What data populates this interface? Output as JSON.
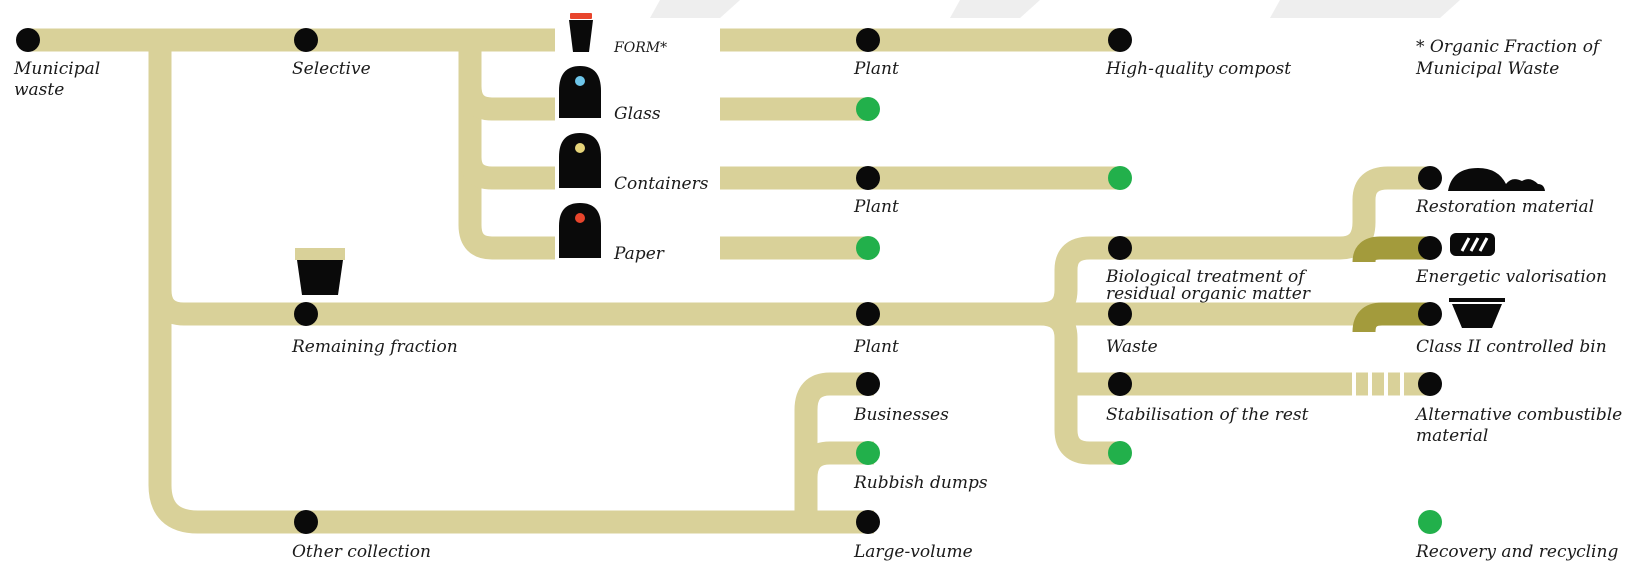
{
  "colors": {
    "pipe": "#d9d199",
    "pipe_dark": "#a39b3c",
    "node": "#0a0a0a",
    "recovery": "#22b04b",
    "header_band": "#ececec",
    "bin_glass_dot": "#6ec6ea",
    "bin_containers_dot": "#e6d47a",
    "bin_paper_dot": "#e8452c",
    "form_lid": "#e8452c"
  },
  "labels": {
    "municipal": [
      "Municipal",
      "waste"
    ],
    "selective": "Selective",
    "form": "FORM*",
    "glass": "Glass",
    "containers": "Containers",
    "paper": "Paper",
    "plant_top": "Plant",
    "compost": "High-quality compost",
    "footnote": [
      "* Organic Fraction of",
      "Municipal Waste"
    ],
    "plant_containers": "Plant",
    "restoration": "Restoration material",
    "biological": [
      "Biological treatment of",
      "residual organic matter"
    ],
    "energetic": "Energetic valorisation",
    "remaining": "Remaining fraction",
    "plant_remaining": "Plant",
    "waste": "Waste",
    "class2": "Class II controlled bin",
    "businesses": "Businesses",
    "stabilisation": "Stabilisation of the rest",
    "alternative": [
      "Alternative combustible",
      "material"
    ],
    "rubbish": "Rubbish dumps",
    "other": "Other collection",
    "large": "Large-volume",
    "recovery": "Recovery and recycling"
  },
  "icons": {
    "form": "form-container-icon",
    "glass": "glass-bin-icon",
    "containers": "containers-bin-icon",
    "paper": "paper-bin-icon",
    "remaining": "remaining-bin-icon",
    "restoration": "earth-mound-icon",
    "energetic": "energy-pellet-icon",
    "class2": "controlled-bin-icon"
  }
}
